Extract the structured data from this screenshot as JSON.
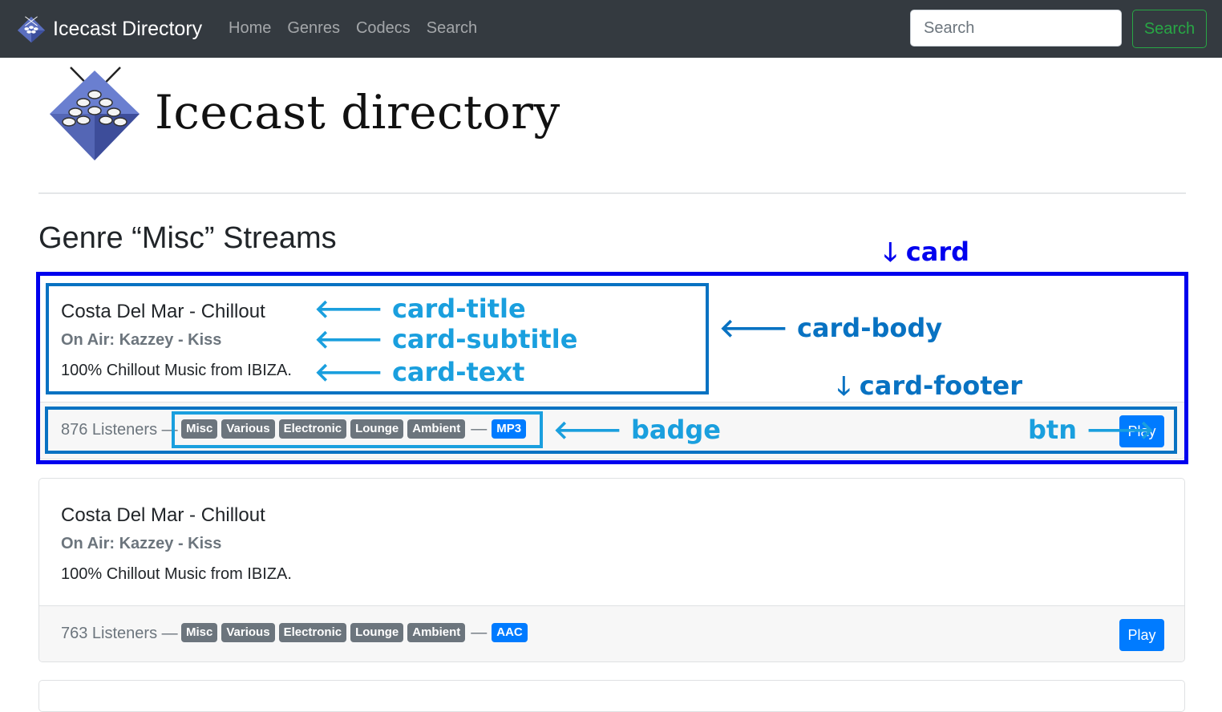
{
  "navbar": {
    "brand": "Icecast Directory",
    "links": [
      "Home",
      "Genres",
      "Codecs",
      "Search"
    ],
    "search_placeholder": "Search",
    "search_button": "Search"
  },
  "header": {
    "title": "Icecast directory"
  },
  "page": {
    "heading": "Genre “Misc” Streams"
  },
  "streams": [
    {
      "title": "Costa Del Mar - Chillout",
      "subtitle": "On Air: Kazzey - Kiss",
      "text": "100% Chillout Music from IBIZA.",
      "listeners": "876 Listeners —",
      "genres": [
        "Misc",
        "Various",
        "Electronic",
        "Lounge",
        "Ambient"
      ],
      "separator": "—",
      "codec": "MP3",
      "play": "Play"
    },
    {
      "title": "Costa Del Mar - Chillout",
      "subtitle": "On Air: Kazzey - Kiss",
      "text": "100% Chillout Music from IBIZA.",
      "listeners": "763 Listeners —",
      "genres": [
        "Misc",
        "Various",
        "Electronic",
        "Lounge",
        "Ambient"
      ],
      "separator": "—",
      "codec": "AAC",
      "play": "Play"
    }
  ],
  "annotations": {
    "card": "🡓 card",
    "card_title": "🡐 card-title",
    "card_subtitle": "🡐 card-subtitle",
    "card_text": "🡐 card-text",
    "card_body": "🡐 card-body",
    "card_footer": "🡓 card-footer",
    "badge": "🡐 badge",
    "btn": "btn 🡒"
  },
  "colors": {
    "navbar_bg": "#343a40",
    "primary": "#007bff",
    "secondary": "#6c757d",
    "success": "#28a745",
    "annotation_card": "#0000ee",
    "annotation_mid": "#0872c2",
    "annotation_light": "#1a9fde"
  }
}
